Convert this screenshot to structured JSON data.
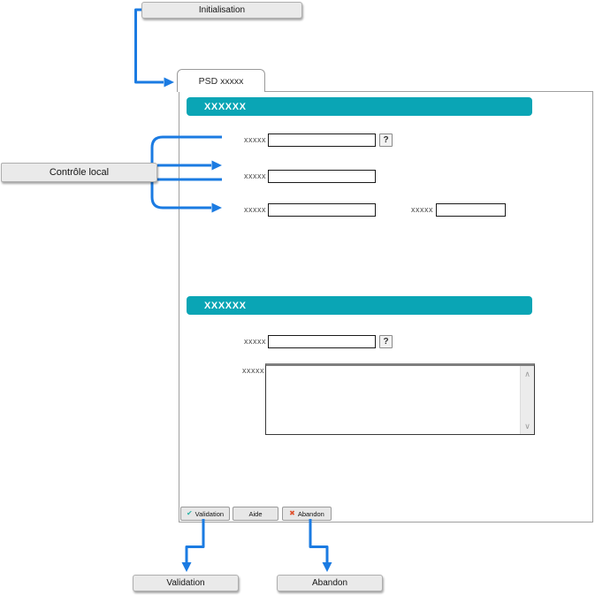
{
  "colors": {
    "accent_teal": "#0AA5B5",
    "arrow_blue": "#1B7BE2",
    "check_green": "#2AB3A6",
    "cross_red": "#E0512D",
    "node_gray": "#EAEAEA"
  },
  "flow": {
    "initialisation": {
      "label": "Initialisation"
    },
    "controle_local": {
      "label": "Contrôle local"
    },
    "validation": {
      "label": "Validation"
    },
    "abandon": {
      "label": "Abandon"
    }
  },
  "screen": {
    "tab_label": "PSD xxxxx",
    "sections": [
      {
        "title": "XXXXXX"
      },
      {
        "title": "XXXXXX"
      }
    ],
    "fields": {
      "row1": {
        "label": "xxxxx",
        "value": "",
        "help": "?"
      },
      "row2": {
        "label": "xxxxx",
        "value": ""
      },
      "row3a": {
        "label": "xxxxx",
        "value": ""
      },
      "row3b": {
        "label": "xxxxx",
        "value": ""
      },
      "row4": {
        "label": "xxxxx",
        "value": "",
        "help": "?"
      },
      "memo": {
        "label": "xxxxx",
        "value": ""
      }
    },
    "toolbar": [
      {
        "label": "Validation",
        "icon": "✔"
      },
      {
        "label": "Aide",
        "icon": ""
      },
      {
        "label": "Abandon",
        "icon": "✖"
      }
    ],
    "scrollbar": {
      "up": "∧",
      "down": "∨"
    }
  }
}
